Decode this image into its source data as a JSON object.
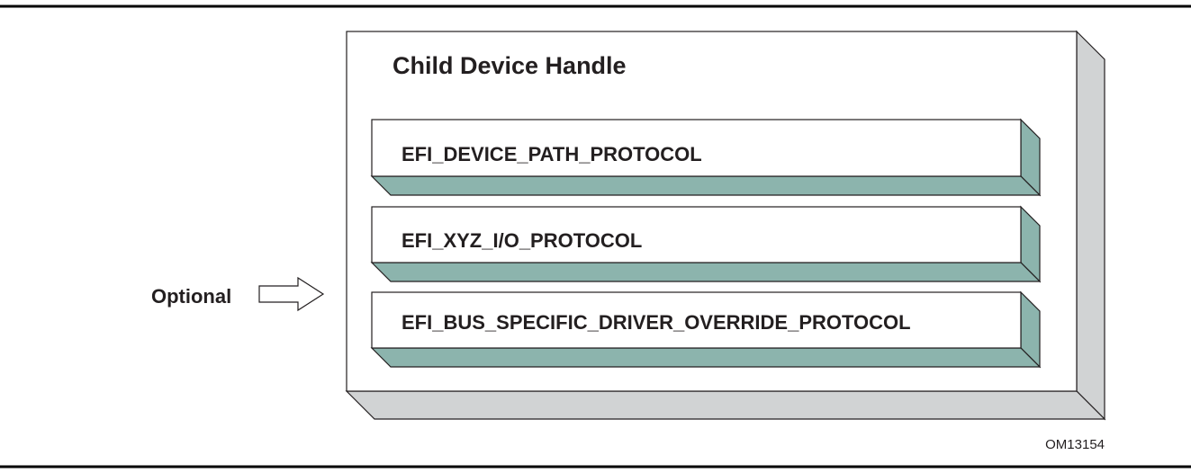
{
  "handle": {
    "title": "Child Device Handle",
    "protocols": [
      {
        "name": "EFI_DEVICE_PATH_PROTOCOL"
      },
      {
        "name": "EFI_XYZ_I/O_PROTOCOL"
      },
      {
        "name": "EFI_BUS_SPECIFIC_DRIVER_OVERRIDE_PROTOCOL"
      }
    ]
  },
  "optional": {
    "label": "Optional"
  },
  "figure_id": "OM13154",
  "colors": {
    "handle_face": "#ffffff",
    "handle_side": "#d1d3d4",
    "protocol_face": "#ffffff",
    "protocol_side": "#8cb4ad",
    "outline": "#231f20",
    "rule": "#000000"
  }
}
